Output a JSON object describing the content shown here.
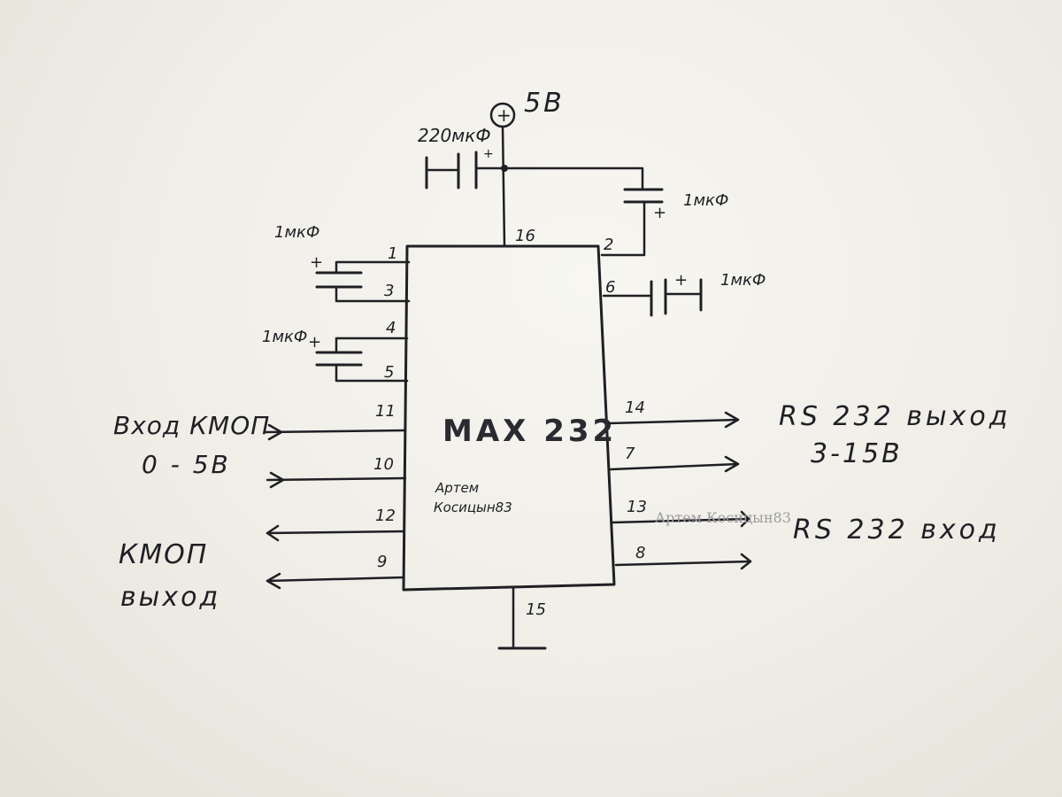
{
  "supply": {
    "symbol": "+",
    "voltage": "5В"
  },
  "capacitors": {
    "c_bulk": "220мкФ",
    "c_v_plus": "1мкФ",
    "c_v_minus": "1мкФ",
    "c_c1": "1мкФ",
    "c_c2": "1мкФ",
    "polarity": "+"
  },
  "chip": {
    "name": "MAX 232",
    "author_line1": "Артем",
    "author_line2": "Косицын83"
  },
  "pins": {
    "p1": "1",
    "p2": "2",
    "p3": "3",
    "p4": "4",
    "p5": "5",
    "p6": "6",
    "p7": "7",
    "p8": "8",
    "p9": "9",
    "p10": "10",
    "p11": "11",
    "p12": "12",
    "p13": "13",
    "p14": "14",
    "p15": "15",
    "p16": "16"
  },
  "labels": {
    "cmos_in_line1": "Вход КМОП",
    "cmos_in_line2": "0 - 5В",
    "cmos_out_line1": "КМОП",
    "cmos_out_line2": "выход",
    "rs232_out_line1": "RS 232 выход",
    "rs232_out_line2": "3-15В",
    "rs232_in": "RS 232 вход"
  },
  "watermark": "Артем Косицын83",
  "colors": {
    "ink": "#1f1f24",
    "paper": "#f2f0ea"
  }
}
